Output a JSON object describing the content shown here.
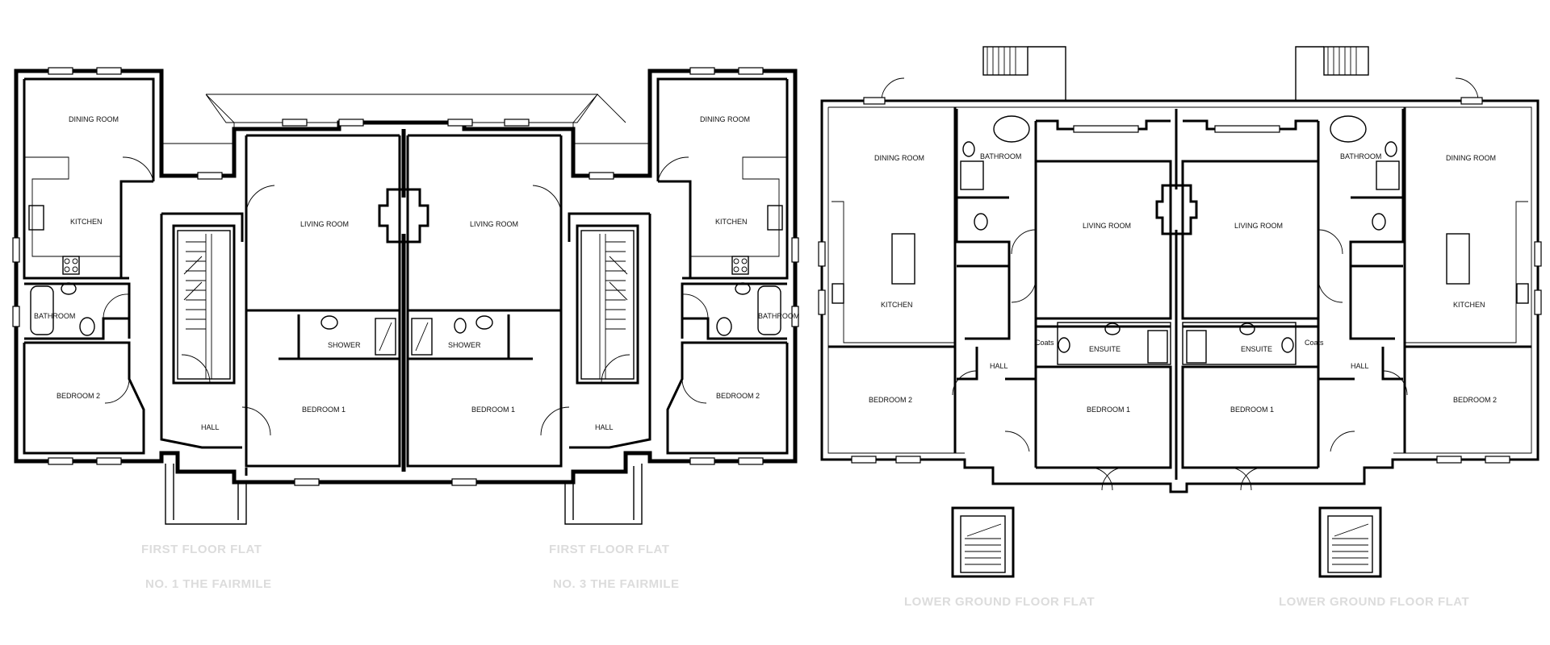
{
  "colors": {
    "line": "#000000",
    "title": "#dcdcdc",
    "background": "#ffffff"
  },
  "plans": {
    "first_floor": {
      "title_left": "FIRST FLOOR FLAT",
      "subtitle_left": "NO. 1 THE FAIRMILE",
      "title_right": "FIRST FLOOR FLAT",
      "subtitle_right": "NO. 3 THE FAIRMILE"
    },
    "lower_ground": {
      "title_left": "LOWER GROUND FLOOR FLAT",
      "title_right": "LOWER GROUND FLOOR FLAT"
    }
  },
  "rooms": {
    "dining_room": "DINING ROOM",
    "kitchen": "KITCHEN",
    "bathroom": "BATHROOM",
    "bedroom_2": "BEDROOM 2",
    "living_room": "LIVING ROOM",
    "bedroom_1": "BEDROOM  1",
    "shower": "SHOWER",
    "hall": "HALL",
    "ensuite": "ENSUITE",
    "coats": "Coats"
  }
}
